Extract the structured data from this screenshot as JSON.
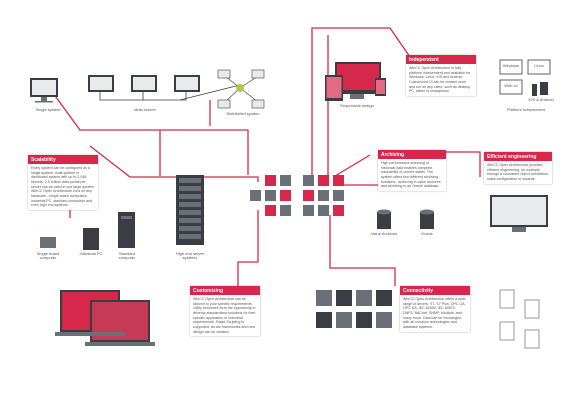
{
  "labels": {
    "single_system": "Single system",
    "multi_screen": "Multi-screen",
    "distributed_system": "Distributed system",
    "responsive_design": "Responsive design",
    "platform_independent": "Platform independent",
    "value_archives": "Value Archives",
    "oracle": "Oracle",
    "single_board_computer": "Single board computer",
    "industrial_pc": "Industrial PC",
    "standard_computer": "Standard computer",
    "high_end_server": "High end server systems",
    "windows": "Windows",
    "linux": "Linux",
    "web_ui": "Web UI",
    "ios_android": "iOS & Android"
  },
  "panels": {
    "independent": {
      "title": "Independent",
      "body": "WinCC Open Architecture is fully platform independent and available for Windows, Linux, iOS and Android. Customized UI can be created once and run on any client, such as desktop PC, tablet or smartphone."
    },
    "scalability": {
      "title": "Scalability",
      "body": "Every system can be configured as a single system, multi-system or distributed system with up to 2,048 servers. 2.5 million data points per server can be used in one large system. WinCC Open Architecture runs on any hardware - single board computers, industrial PC, standard computers and even high end systems."
    },
    "archiving": {
      "title": "Archiving",
      "body": "High performance archiving of historical data enables complete traceability of current states. The system offers two different archiving solutions - archiving in value archives and archiving in an Oracle database."
    },
    "engineering": {
      "title": "Efficient engineering",
      "body": "WinCC Open Architecture provides efficient engineering, for example through a consistent object orientation, mass configuration or wizards."
    },
    "customizing": {
      "title": "Customizing",
      "body": "WinCC Open Architecture can be tailored to your specific requirements. Utility structures form the opportunity to develop standardized solutions for their specific application or industrial requirements. Rapid Scripting is supported, as are frameworks and new design can be created."
    },
    "connectivity": {
      "title": "Connectivity",
      "body": "WinCC Open Architecture offers a wide range of drivers: S7, S7 Plus, OPC UA, OPC DA, IEC 61850, IEC 60870, DNP3, BACnet, SNMP, Modbus, and many more. Data can be exchanged with all common technologies and database systems."
    }
  },
  "colors": {
    "accent": "#d6284b",
    "dark": "#3a3d44",
    "mid": "#6b6f78",
    "light": "#c9cbd0"
  }
}
